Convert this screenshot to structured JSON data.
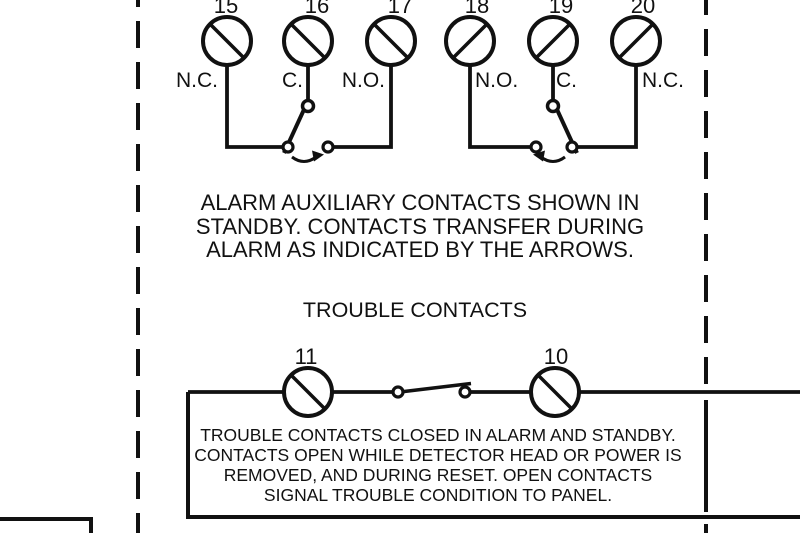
{
  "colors": {
    "line": "#111111",
    "background": "#ffffff"
  },
  "alarm_section": {
    "terminals": [
      {
        "number": "15",
        "label": "N.C."
      },
      {
        "number": "16",
        "label": "C."
      },
      {
        "number": "17",
        "label": "N.O."
      },
      {
        "number": "18",
        "label": "N.O."
      },
      {
        "number": "19",
        "label": "C."
      },
      {
        "number": "20",
        "label": "N.C."
      }
    ],
    "note_lines": [
      "ALARM AUXILIARY CONTACTS SHOWN IN",
      "STANDBY. CONTACTS TRANSFER DURING",
      "ALARM AS INDICATED BY THE ARROWS."
    ]
  },
  "trouble_section": {
    "heading": "TROUBLE CONTACTS",
    "terminals": [
      {
        "number": "11"
      },
      {
        "number": "10"
      }
    ],
    "note_lines": [
      "TROUBLE CONTACTS CLOSED IN ALARM AND STANDBY.",
      "CONTACTS OPEN WHILE DETECTOR HEAD OR POWER IS",
      "REMOVED, AND DURING RESET. OPEN CONTACTS",
      "SIGNAL TROUBLE CONDITION TO PANEL."
    ]
  }
}
